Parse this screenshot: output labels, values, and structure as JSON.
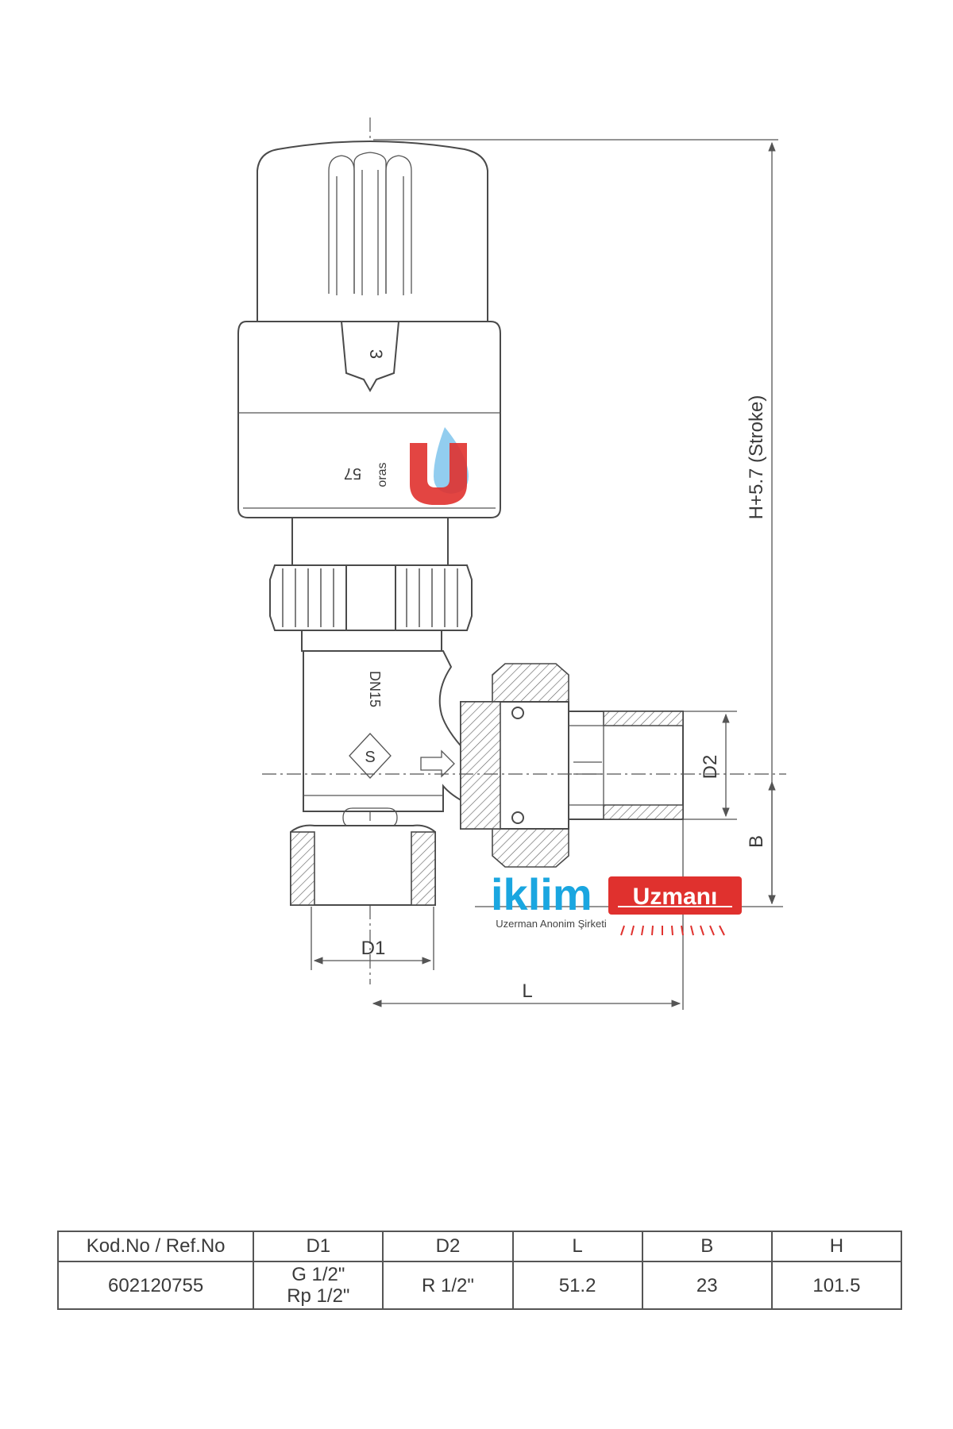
{
  "drawing": {
    "dimension_labels": {
      "stroke": "H+5.7 (Stroke)",
      "d1": "D1",
      "d2": "D2",
      "l": "L",
      "b": "B"
    },
    "markings": {
      "knob_symbol": "3",
      "body_number": "57",
      "body_text": "DN15",
      "diamond": "S"
    },
    "watermark": {
      "brand_left": "iklim",
      "brand_right": "Uzmanı",
      "subtitle": "Uzerman Anonim Şirketi",
      "colors": {
        "blue": "#1aa6e0",
        "red": "#e0312e"
      }
    }
  },
  "table": {
    "headers": [
      "Kod.No / Ref.No",
      "D1",
      "D2",
      "L",
      "B",
      "H"
    ],
    "row": {
      "code": "602120755",
      "d1_line1": "G 1/2\"",
      "d1_line2": "Rp 1/2\"",
      "d2": "R 1/2\"",
      "l": "51.2",
      "b": "23",
      "h": "101.5"
    }
  }
}
